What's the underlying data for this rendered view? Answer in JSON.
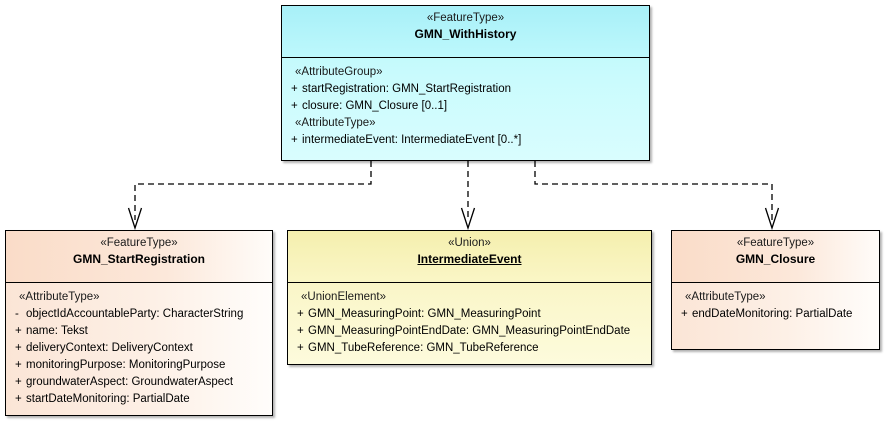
{
  "diagram": {
    "title": "GMN_WithHistory UML class diagram",
    "relationship_type": "dependency",
    "line_style": "dashed",
    "arrow_head": "open",
    "colors": {
      "top_class_fill": "#c9fbfd",
      "feature_type_fill": "#fbe5d6",
      "union_fill": "#faf6c8",
      "border": "#000000",
      "connector": "#000000"
    }
  },
  "classes": {
    "gmn_with_history": {
      "stereotype": "«FeatureType»",
      "name": "GMN_WithHistory",
      "groups": [
        {
          "label": "«AttributeGroup»",
          "attributes": [
            {
              "visibility": "+",
              "text": "startRegistration: GMN_StartRegistration"
            },
            {
              "visibility": "+",
              "text": "closure: GMN_Closure [0..1]"
            }
          ]
        },
        {
          "label": "«AttributeType»",
          "attributes": [
            {
              "visibility": "+",
              "text": "intermediateEvent: IntermediateEvent [0..*]"
            }
          ]
        }
      ]
    },
    "gmn_start_registration": {
      "stereotype": "«FeatureType»",
      "name": "GMN_StartRegistration",
      "groups": [
        {
          "label": "«AttributeType»",
          "attributes": [
            {
              "visibility": "-",
              "text": "objectIdAccountableParty: CharacterString"
            },
            {
              "visibility": "+",
              "text": "name: Tekst"
            },
            {
              "visibility": "+",
              "text": "deliveryContext: DeliveryContext"
            },
            {
              "visibility": "+",
              "text": "monitoringPurpose: MonitoringPurpose"
            },
            {
              "visibility": "+",
              "text": "groundwaterAspect: GroundwaterAspect"
            },
            {
              "visibility": "+",
              "text": "startDateMonitoring: PartialDate"
            }
          ]
        }
      ]
    },
    "intermediate_event": {
      "stereotype": "«Union»",
      "name": "IntermediateEvent",
      "name_underlined": true,
      "groups": [
        {
          "label": "«UnionElement»",
          "attributes": [
            {
              "visibility": "+",
              "text": "GMN_MeasuringPoint: GMN_MeasuringPoint"
            },
            {
              "visibility": "+",
              "text": "GMN_MeasuringPointEndDate: GMN_MeasuringPointEndDate"
            },
            {
              "visibility": "+",
              "text": "GMN_TubeReference: GMN_TubeReference"
            }
          ]
        }
      ]
    },
    "gmn_closure": {
      "stereotype": "«FeatureType»",
      "name": "GMN_Closure",
      "groups": [
        {
          "label": "«AttributeType»",
          "attributes": [
            {
              "visibility": "+",
              "text": "endDateMonitoring: PartialDate"
            }
          ]
        }
      ]
    }
  },
  "connectors": [
    {
      "from": "gmn_with_history",
      "to": "gmn_start_registration",
      "style": "dashed",
      "arrow": "open"
    },
    {
      "from": "gmn_with_history",
      "to": "intermediate_event",
      "style": "dashed",
      "arrow": "open"
    },
    {
      "from": "gmn_with_history",
      "to": "gmn_closure",
      "style": "dashed",
      "arrow": "open"
    }
  ]
}
